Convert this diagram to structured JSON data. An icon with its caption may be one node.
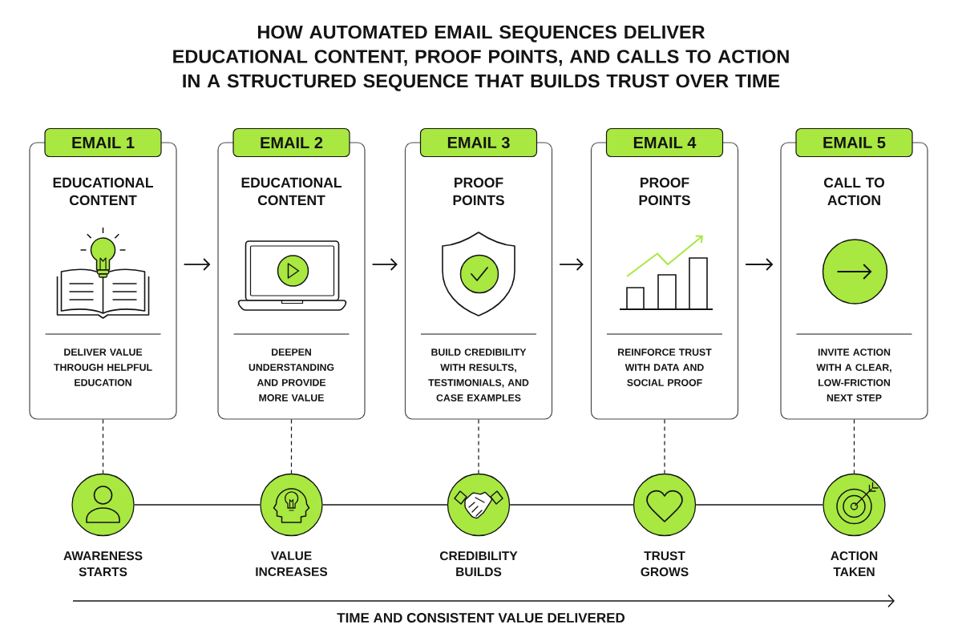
{
  "diagram": {
    "title": "HOW AUTOMATED EMAIL SEQUENCES DELIVER EDUCATIONAL CONTENT, PROOF POINTS, AND CALLS TO ACTION IN A STRUCTURED SEQUENCE THAT BUILDS TRUST OVER TIME",
    "nodes": [
      {
        "text": [
          "EMAIL 1"
        ]
      },
      {
        "text": [
          "EDUCATIONAL CONTENT",
          "DELIVER VALUE THROUGH HELPFUL EDUCATION"
        ]
      },
      {
        "text": [
          "EMAIL 2"
        ]
      },
      {
        "text": [
          "EDUCATIONAL CONTENT",
          "DEEPEN UNDERSTANDING AND PROVIDE MORE VALUE"
        ]
      },
      {
        "text": [
          "EMAIL 3"
        ]
      },
      {
        "text": [
          "PROOF POINTS",
          "BUILD CREDIBILITY WITH RESULTS, TESTIMONIALS, AND CASE EXAMPLES"
        ]
      },
      {
        "text": [
          "EMAIL 4"
        ]
      },
      {
        "text": [
          "PROOF POINTS",
          "REINFORCE TRUST WITH DATA AND SOCIAL PROOF"
        ]
      },
      {
        "text": [
          "EMAIL 5"
        ]
      },
      {
        "text": [
          "CALL TO ACTION",
          "INVITE ACTION WITH A CLEAR, LOW-FRICTION NEXT STEP"
        ]
      },
      {
        "text": [],
        "shape": "circle",
        "beside": [
          "AWARENESS STARTS"
        ]
      },
      {
        "text": [],
        "shape": "circle",
        "beside": [
          "VALUE INCREASES"
        ]
      },
      {
        "text": [],
        "shape": "circle",
        "beside": [
          "CREDIBILITY BUILDS"
        ]
      },
      {
        "text": [],
        "shape": "circle",
        "beside": [
          "TRUST GROWS"
        ]
      },
      {
        "text": [],
        "shape": "circle",
        "beside": [
          "ACTION TAKEN"
        ]
      }
    ],
    "edges": [
      {
        "from": 1,
        "to": 3,
        "arrow": "to"
      },
      {
        "from": 3,
        "to": 5,
        "arrow": "to"
      },
      {
        "from": 5,
        "to": 7,
        "arrow": "to"
      },
      {
        "from": 7,
        "to": 9,
        "arrow": "to"
      },
      {
        "from": 1,
        "to": 10,
        "arrow": "none",
        "style": "dashed"
      },
      {
        "from": 3,
        "to": 11,
        "arrow": "none",
        "style": "dashed"
      },
      {
        "from": 5,
        "to": 12,
        "arrow": "none",
        "style": "dashed"
      },
      {
        "from": 7,
        "to": 13,
        "arrow": "none",
        "style": "dashed"
      },
      {
        "from": 9,
        "to": 14,
        "arrow": "none",
        "style": "dashed"
      },
      {
        "from": 10,
        "to": 11,
        "arrow": "none"
      },
      {
        "from": 11,
        "to": 12,
        "arrow": "none"
      },
      {
        "from": 12,
        "to": 13,
        "arrow": "none"
      },
      {
        "from": 13,
        "to": 14,
        "arrow": "none"
      }
    ],
    "labels": [
      "TIME AND CONSISTENT VALUE DELIVERED"
    ]
  }
}
